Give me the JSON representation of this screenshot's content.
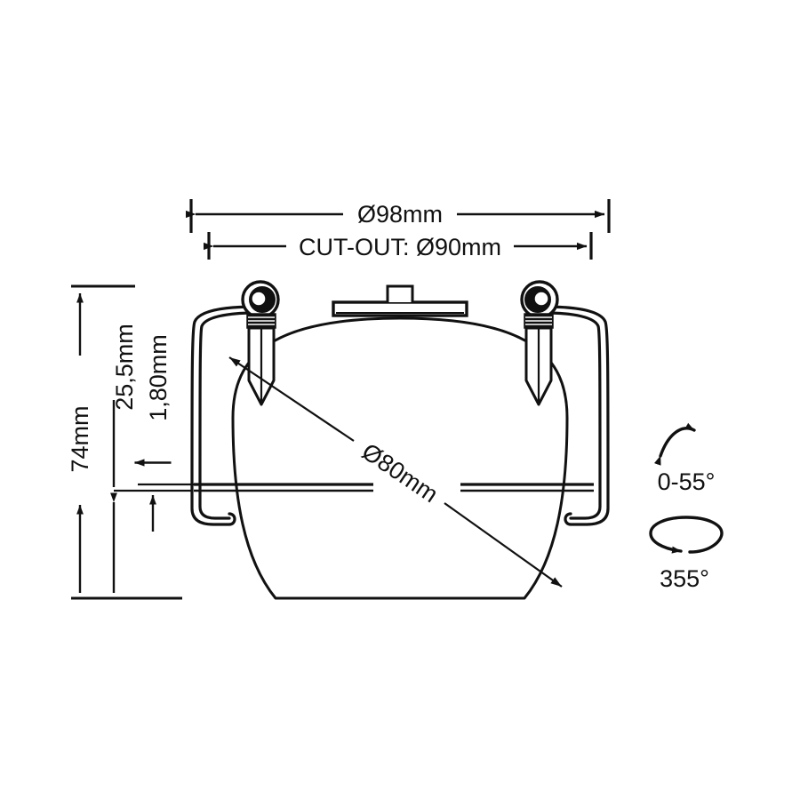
{
  "drawing": {
    "title": "Recessed spotlight dimensional drawing",
    "background_color": "#ffffff",
    "line_color": "#111111",
    "dimensions": {
      "outer_diameter": "Ø98mm",
      "cutout": "CUT-OUT: Ø90mm",
      "total_height": "74mm",
      "recess_depth": "25,5mm",
      "bezel_thickness": "1,80mm",
      "body_diameter": "Ø80mm"
    },
    "rotation": {
      "tilt_label": "0-55°",
      "spin_label": "355°"
    }
  }
}
